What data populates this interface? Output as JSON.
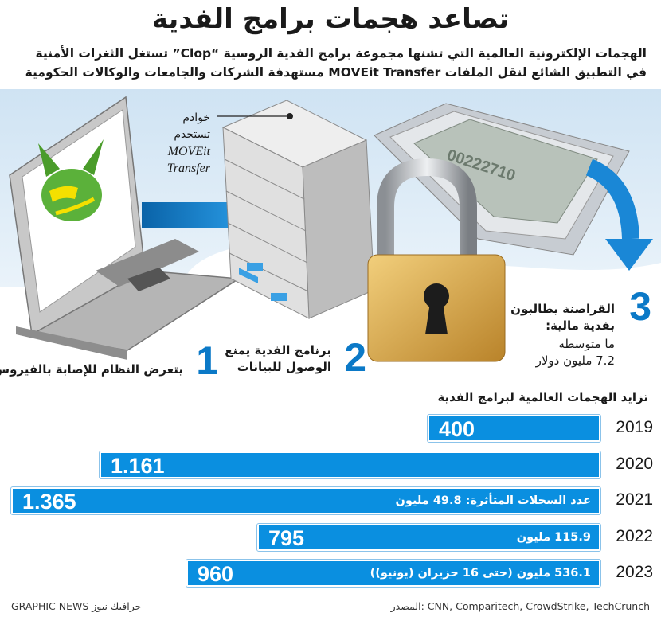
{
  "title": "تصاعد هجمات برامج الفدية",
  "subtitle_line1": "الهجمات الإلكترونية العالمية التي تشنها مجموعة برامج الفدية الروسية “Clop” تستغل الثغرات الأمنية",
  "subtitle_line2": "في التطبيق الشائع لنقل الملفات MOVEit Transfer مستهدفة الشركات والجامعات والوكالات الحكومية",
  "server_label": {
    "line1": "خوادم",
    "line2": "تستخدم",
    "line3": "MOVEit",
    "line4": "Transfer"
  },
  "steps": [
    {
      "num": "1",
      "text": "يتعرض النظام للإصابة بالفيروس"
    },
    {
      "num": "2",
      "text_line1": "برنامج الفدية يمنع",
      "text_line2": "الوصول للبيانات"
    },
    {
      "num": "3",
      "text_line1": "القراصنة يطالبون",
      "text_line2": "بفدية مالية:",
      "text_line3": "ما متوسطه",
      "text_line4": "7.2 مليون دولار"
    }
  ],
  "colors": {
    "accent": "#0a8fe0",
    "number": "#0b79c7",
    "lock": "#d9a441"
  },
  "icons": [
    "laptop-icon",
    "virus-logo-icon",
    "server-stack-icon",
    "padlock-icon",
    "money-stack-icon",
    "arrow-icon"
  ],
  "chart_data": {
    "type": "bar",
    "title": "تزايد الهجمات العالمية لبرامج الفدية",
    "categories": [
      "2019",
      "2020",
      "2021",
      "2022",
      "2023"
    ],
    "values": [
      400,
      1161,
      1365,
      795,
      960
    ],
    "labels": [
      "400",
      "1.161",
      "1.365",
      "795",
      "960"
    ],
    "notes": [
      "",
      "",
      "عدد السجلات المتأثرة: 49.8 مليون",
      "115.9 مليون",
      "536.1 مليون (حتى 16 حزيران (يونيو))"
    ],
    "xlim": [
      0,
      1365
    ]
  },
  "footer": {
    "source": "المصدر: CNN, Comparitech, CrowdStrike, TechCrunch",
    "credit": "GRAPHIC NEWS جرافيك نيوز"
  }
}
